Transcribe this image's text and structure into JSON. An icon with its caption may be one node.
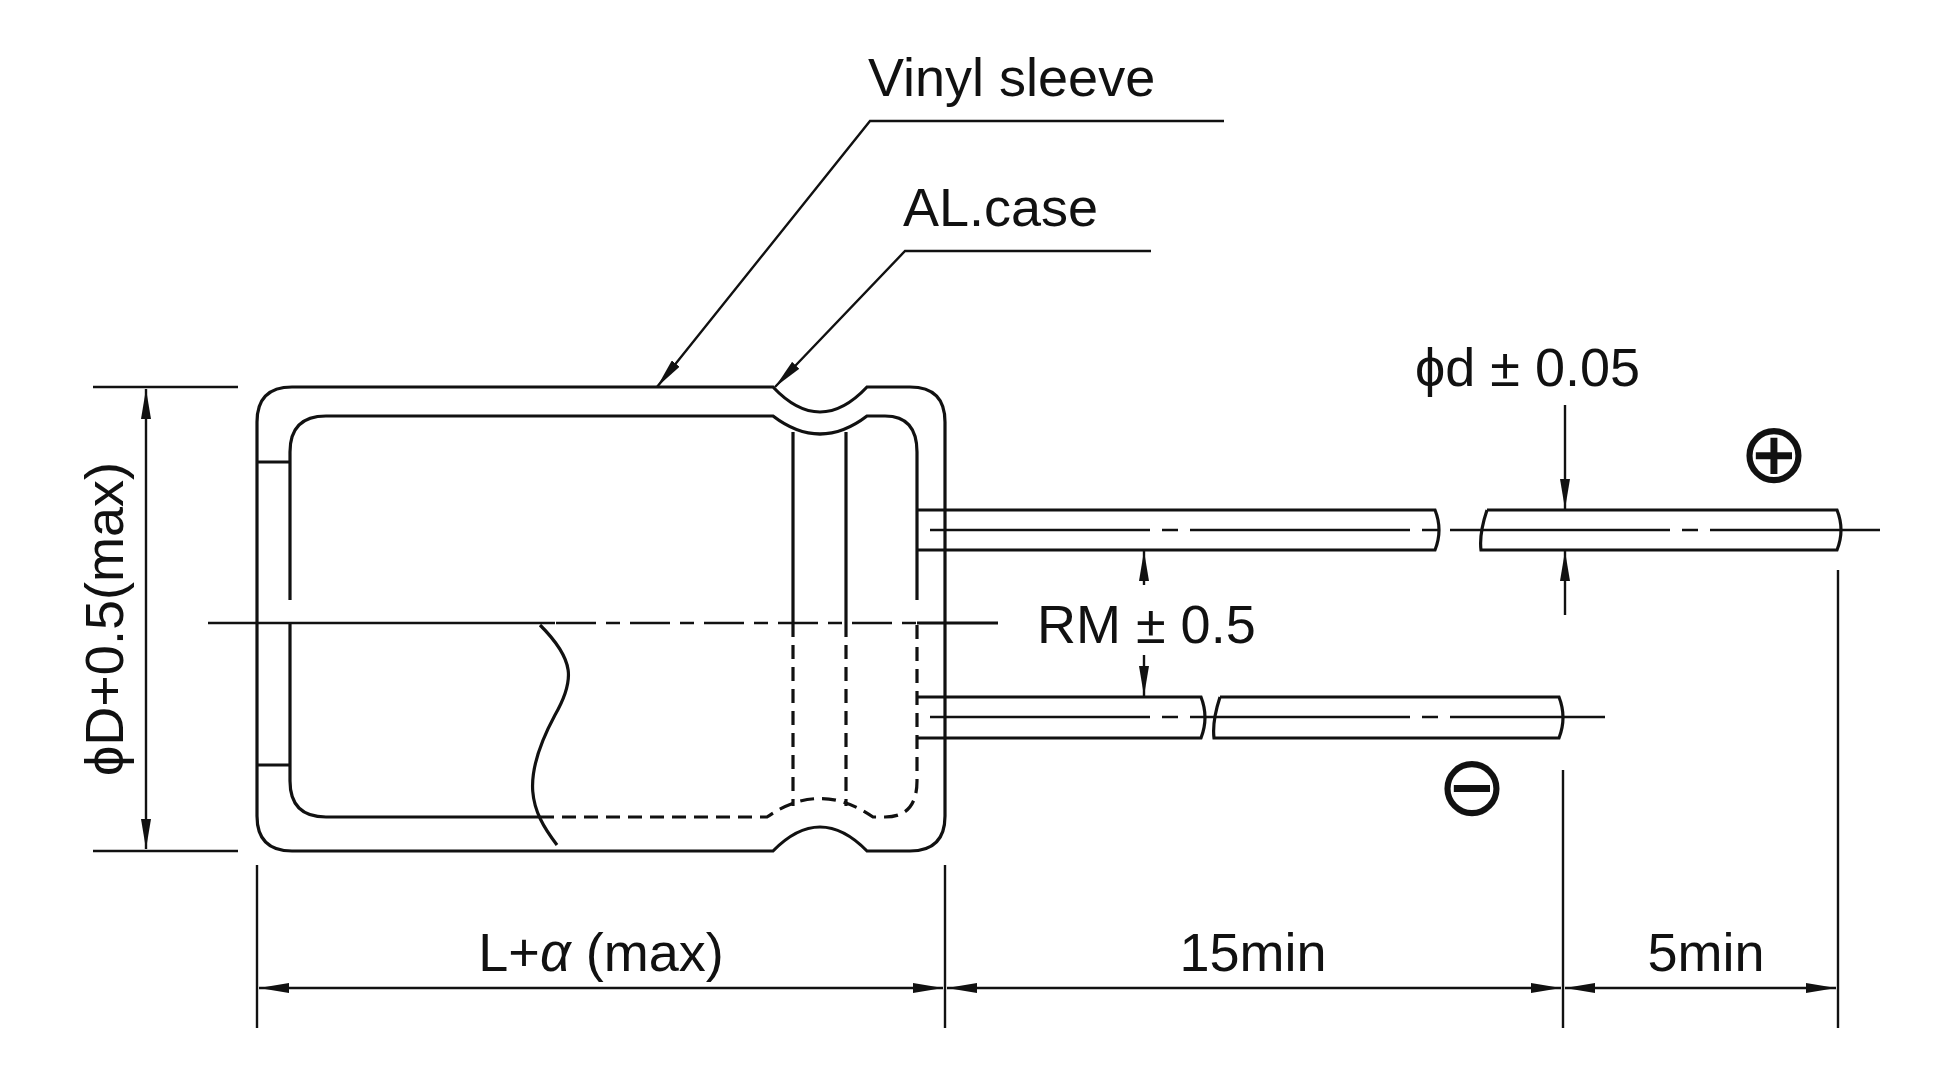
{
  "diagram": {
    "nodes": [
      {
        "text": [
          "Vinyl sleeve"
        ]
      },
      {
        "text": [
          "AL.case"
        ]
      },
      {
        "text": [],
        "shape": "box"
      }
    ],
    "edges": [
      {
        "from": 0,
        "to": 2,
        "arrow": "to"
      },
      {
        "from": 1,
        "to": 2,
        "arrow": "to"
      }
    ],
    "labels": [
      "ϕd ± 0.05",
      "⊕",
      "RM ± 0.5",
      "⊖",
      "ϕD+0.5(max)",
      "L+*α* (max)",
      "15min",
      "5min"
    ]
  }
}
